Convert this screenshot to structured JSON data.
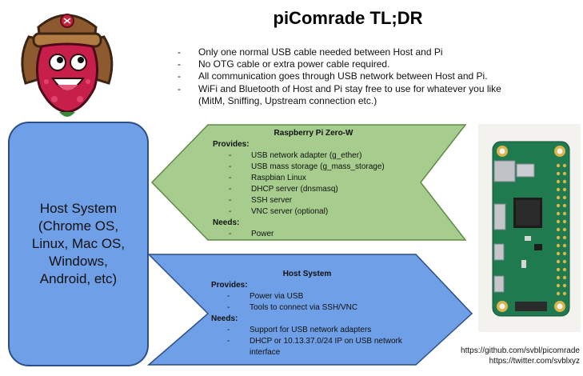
{
  "header": {
    "title": "piComrade TL;DR"
  },
  "summary": {
    "bullets": [
      "Only one normal USB cable needed between Host and Pi",
      "No OTG cable or extra power cable required.",
      "All communication goes through USB network between Host and Pi.",
      "WiFi and Bluetooth of Host and Pi stay free to use for whatever you like (MitM, Sniffing, Upstream connection etc.)"
    ]
  },
  "host_box": {
    "label": "Host System\n(Chrome OS,\nLinux, Mac OS,\nWindows,\nAndroid, etc)"
  },
  "pi_block": {
    "title": "Raspberry Pi Zero-W",
    "provides_label": "Provides:",
    "provides": [
      "USB network adapter (g_ether)",
      "USB mass storage (g_mass_storage)",
      "Raspbian Linux",
      "DHCP server (dnsmasq)",
      "SSH server",
      "VNC server (optional)"
    ],
    "needs_label": "Needs:",
    "needs": [
      "Power"
    ]
  },
  "host_block": {
    "title": "Host System",
    "provides_label": "Provides:",
    "provides": [
      "Power via USB",
      "Tools to connect via SSH/VNC"
    ],
    "needs_label": "Needs:",
    "needs": [
      "Support for USB network adapters",
      "DHCP or 10.13.37.0/24 IP on USB network interface"
    ]
  },
  "links": [
    "https://github.com/svbl/picomrade",
    "https://twitter.com/svblxyz"
  ],
  "colors": {
    "pi_arrow_fill": "#a6cd8e",
    "pi_arrow_stroke": "#5f8a46",
    "host_fill": "#6f9fe6",
    "host_stroke": "#2b4f86",
    "board_green": "#1f7a4f"
  },
  "icons": {
    "logo": "comrade-raspberry-logo",
    "board": "raspberry-pi-zero-w-board-photo"
  }
}
